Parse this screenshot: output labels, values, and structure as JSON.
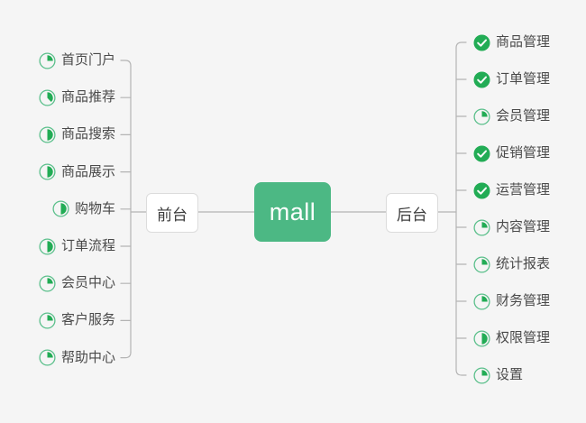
{
  "diagram": {
    "title": "mall",
    "background_color": "#f5f5f5",
    "accent_color": "#4cb884",
    "icon_ring_color": "#5cc08c",
    "line_color": "#b4b4b4"
  },
  "center": {
    "label": "mall"
  },
  "branches": {
    "left": {
      "label": "前台",
      "items": [
        {
          "label": "首页门户",
          "icon": "progress-quarter-icon",
          "progress": 25
        },
        {
          "label": "商品推荐",
          "icon": "progress-pie-icon",
          "progress": 38
        },
        {
          "label": "商品搜索",
          "icon": "progress-half-icon",
          "progress": 50
        },
        {
          "label": "商品展示",
          "icon": "progress-half-icon",
          "progress": 50
        },
        {
          "label": "购物车",
          "icon": "progress-half-icon",
          "progress": 50
        },
        {
          "label": "订单流程",
          "icon": "progress-half-icon",
          "progress": 50
        },
        {
          "label": "会员中心",
          "icon": "progress-quarter-icon",
          "progress": 25
        },
        {
          "label": "客户服务",
          "icon": "progress-quarter-icon",
          "progress": 25
        },
        {
          "label": "帮助中心",
          "icon": "progress-quarter-icon",
          "progress": 25
        }
      ]
    },
    "right": {
      "label": "后台",
      "items": [
        {
          "label": "商品管理",
          "icon": "check-circle-icon",
          "progress": 100
        },
        {
          "label": "订单管理",
          "icon": "check-circle-icon",
          "progress": 100
        },
        {
          "label": "会员管理",
          "icon": "progress-quarter-icon",
          "progress": 25
        },
        {
          "label": "促销管理",
          "icon": "check-circle-icon",
          "progress": 100
        },
        {
          "label": "运营管理",
          "icon": "check-circle-icon",
          "progress": 100
        },
        {
          "label": "内容管理",
          "icon": "progress-quarter-icon",
          "progress": 25
        },
        {
          "label": "统计报表",
          "icon": "progress-quarter-icon",
          "progress": 25
        },
        {
          "label": "财务管理",
          "icon": "progress-quarter-icon",
          "progress": 25
        },
        {
          "label": "权限管理",
          "icon": "progress-half-icon",
          "progress": 50
        },
        {
          "label": "设置",
          "icon": "progress-quarter-icon",
          "progress": 25
        }
      ]
    }
  }
}
